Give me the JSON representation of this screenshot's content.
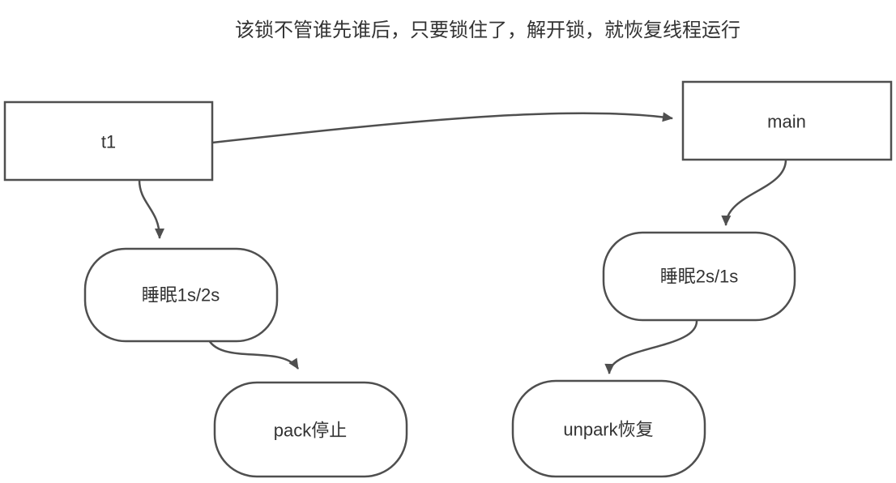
{
  "title": "该锁不管谁先谁后，只要锁住了，解开锁，就恢复线程运行",
  "diagram": {
    "nodes": {
      "t1": {
        "label": "t1",
        "shape": "rectangle"
      },
      "main": {
        "label": "main",
        "shape": "rectangle"
      },
      "sleep_t1": {
        "label": "睡眠1s/2s",
        "shape": "rounded"
      },
      "pack_stop": {
        "label": "pack停止",
        "shape": "rounded"
      },
      "sleep_main": {
        "label": "睡眠2s/1s",
        "shape": "rounded"
      },
      "unpark_resume": {
        "label": "unpark恢复",
        "shape": "rounded"
      }
    },
    "edges": [
      {
        "from": "t1",
        "to": "main"
      },
      {
        "from": "t1",
        "to": "sleep_t1"
      },
      {
        "from": "sleep_t1",
        "to": "pack_stop"
      },
      {
        "from": "main",
        "to": "sleep_main"
      },
      {
        "from": "sleep_main",
        "to": "unpark_resume"
      }
    ],
    "colors": {
      "stroke": "#4f4f4f",
      "fill": "#ffffff",
      "text": "#333333",
      "background": "#ffffff"
    }
  }
}
